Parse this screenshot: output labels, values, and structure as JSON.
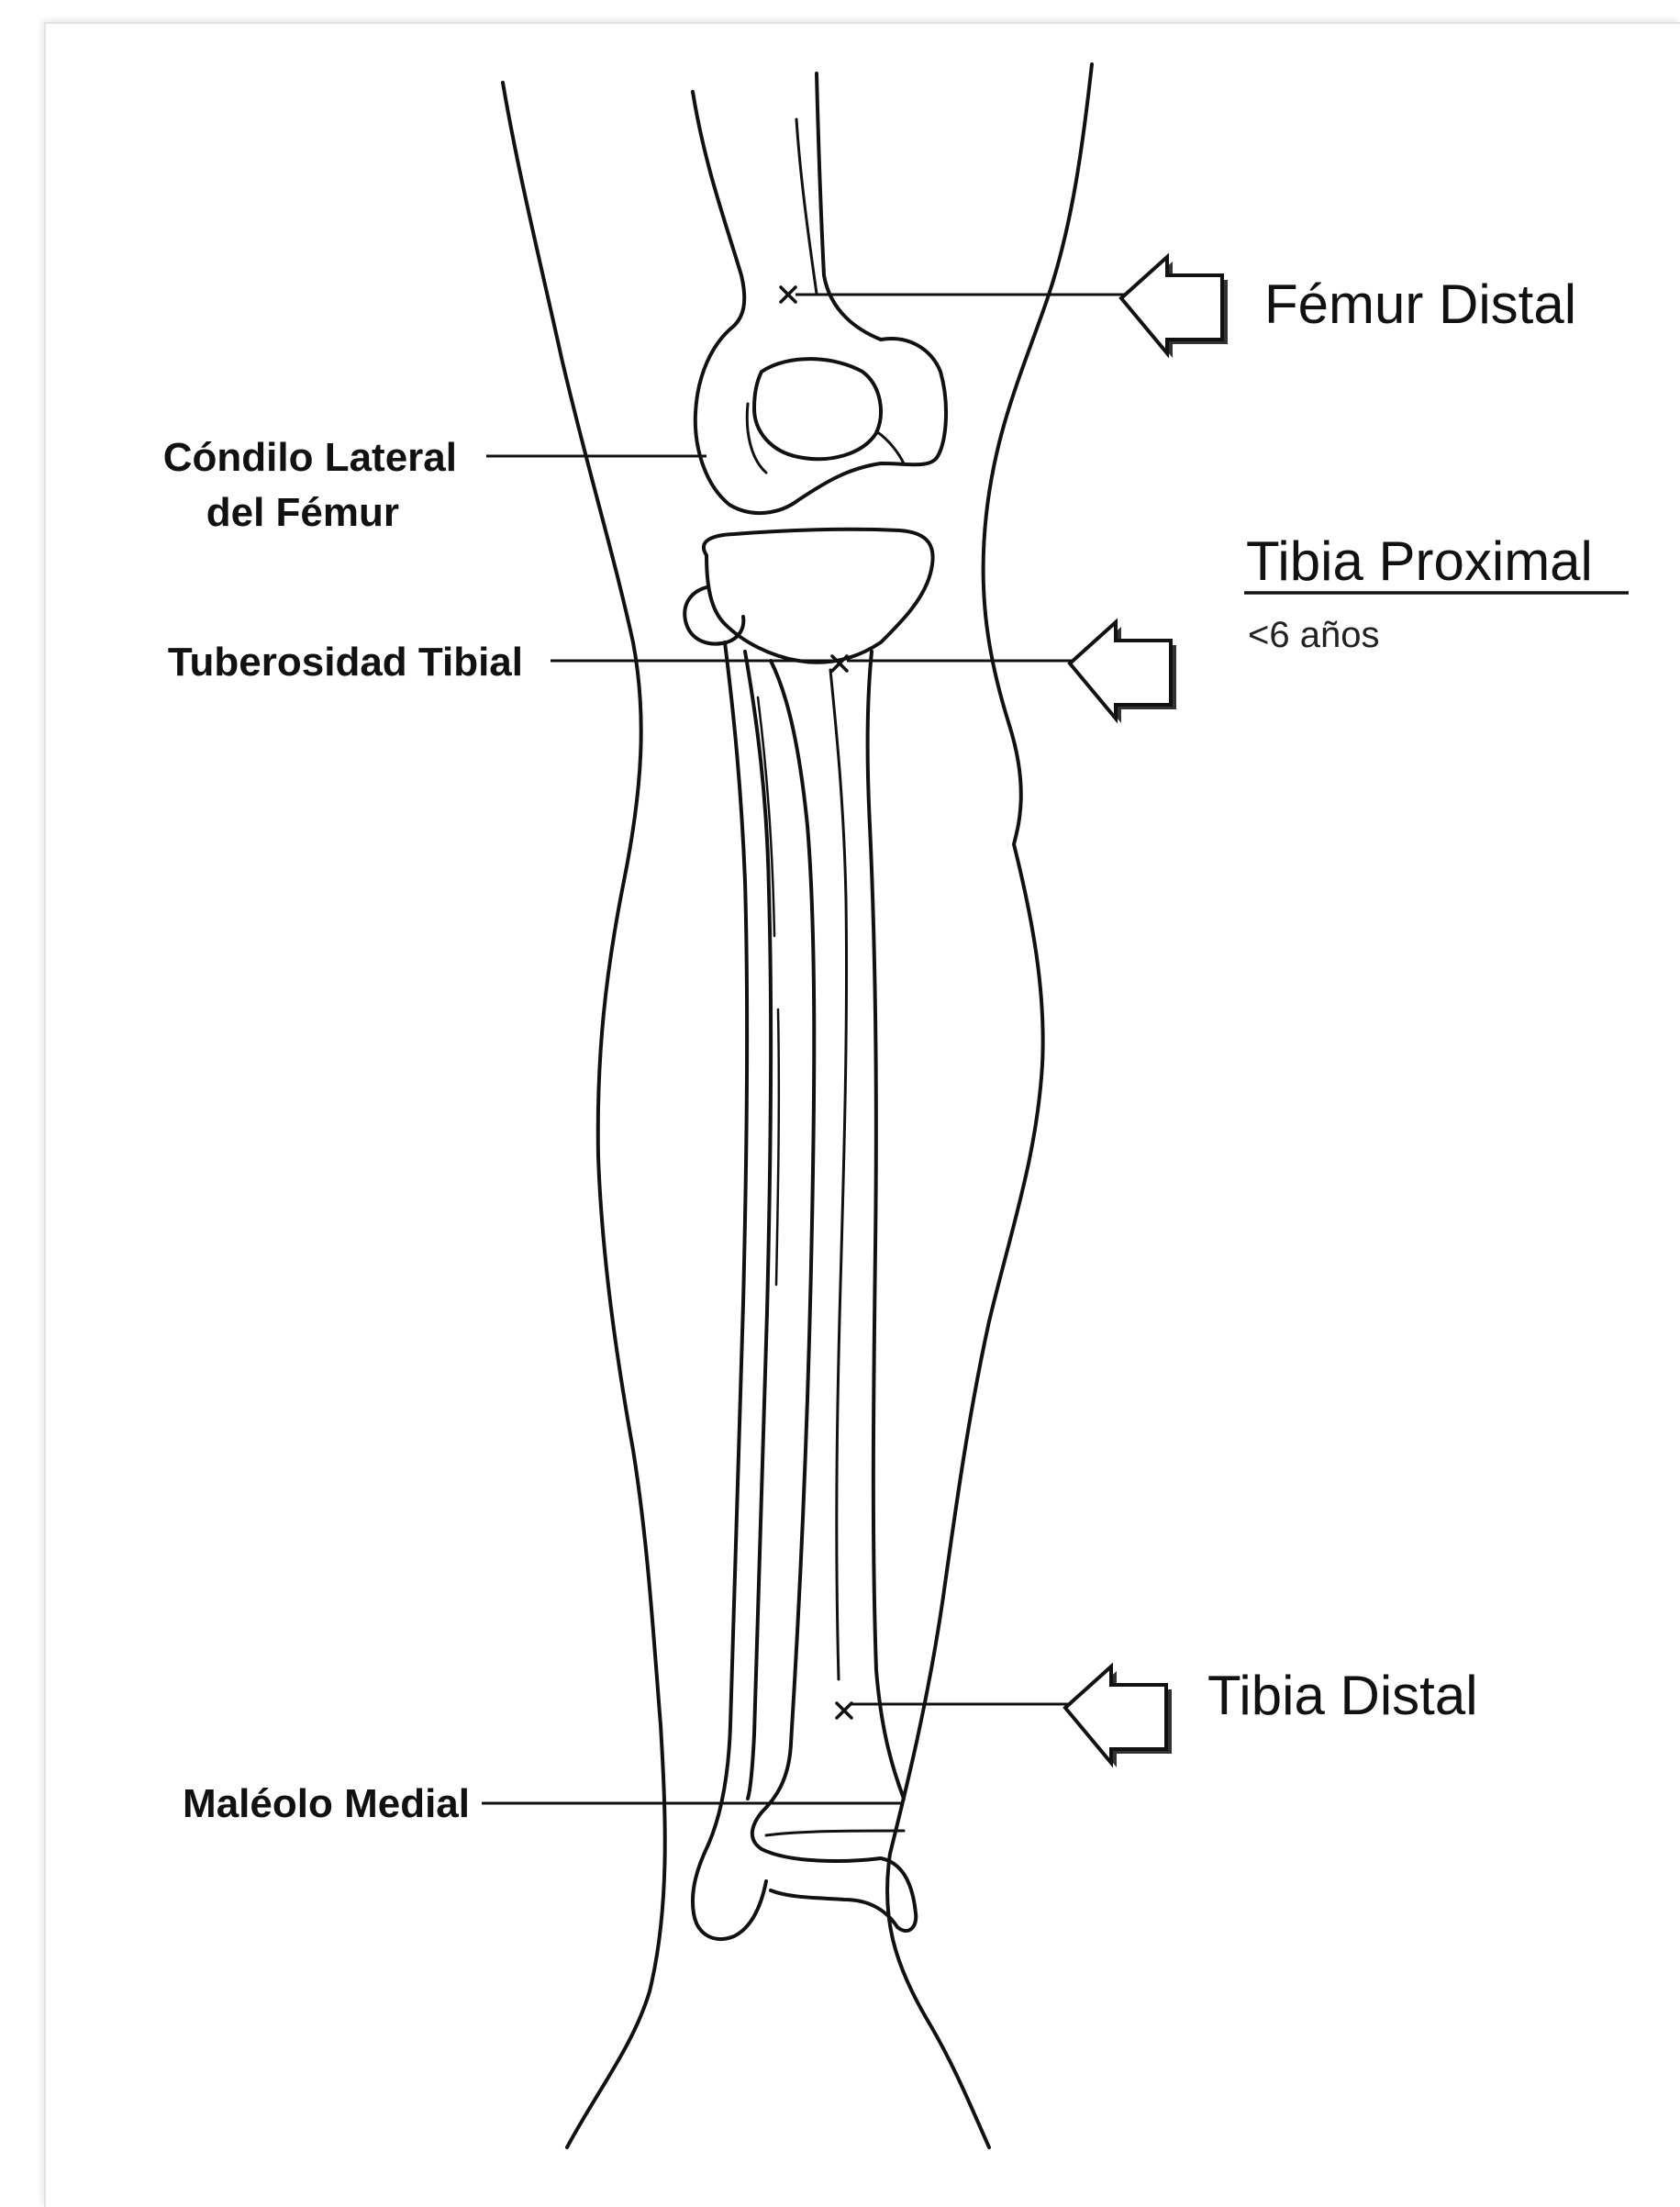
{
  "labels": {
    "condilo_line1": "Cóndilo Lateral",
    "condilo_line2": "del Fémur",
    "tuberosidad": "Tuberosidad Tibial",
    "maleolo": "Maléolo Medial",
    "femur_distal": "Fémur Distal",
    "tibia_proximal": "Tibia Proximal",
    "tibia_proximal_note": "<6 años",
    "tibia_distal": "Tibia Distal"
  },
  "colors": {
    "ink": "#111111",
    "arrow_shadow": "#333333",
    "background": "#ffffff"
  },
  "icons": {
    "insertion_marker": "x-mark-icon",
    "pointer": "arrow-left-icon"
  }
}
